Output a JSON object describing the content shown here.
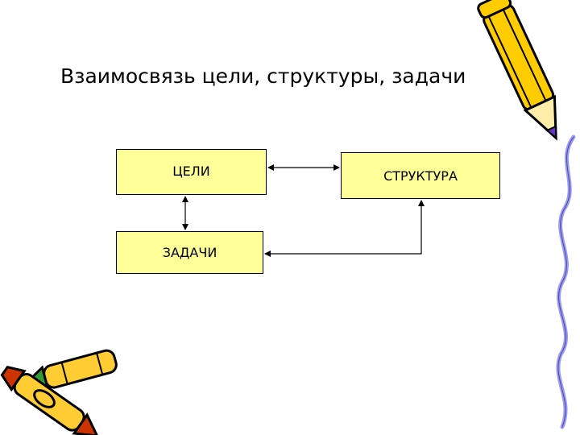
{
  "slide": {
    "title": "Взаимосвязь цели, структуры, задачи"
  },
  "diagram": {
    "nodes": {
      "goals": "ЦЕЛИ",
      "structure": "СТРУКТУРА",
      "tasks": "ЗАДАЧИ"
    },
    "edges": [
      {
        "from": "goals",
        "to": "structure",
        "direction": "both"
      },
      {
        "from": "goals",
        "to": "tasks",
        "direction": "both"
      },
      {
        "from": "structure",
        "to": "tasks",
        "direction": "both"
      }
    ]
  },
  "colors": {
    "box_fill": "#ffff99",
    "pencil_body": "#ffcc00",
    "pencil_outline": "#000000",
    "crayon_body": "#ffcc33",
    "crayon_tip_red": "#cc3300",
    "crayon_tip_green": "#339933",
    "wavy_line": "#9999ff"
  }
}
